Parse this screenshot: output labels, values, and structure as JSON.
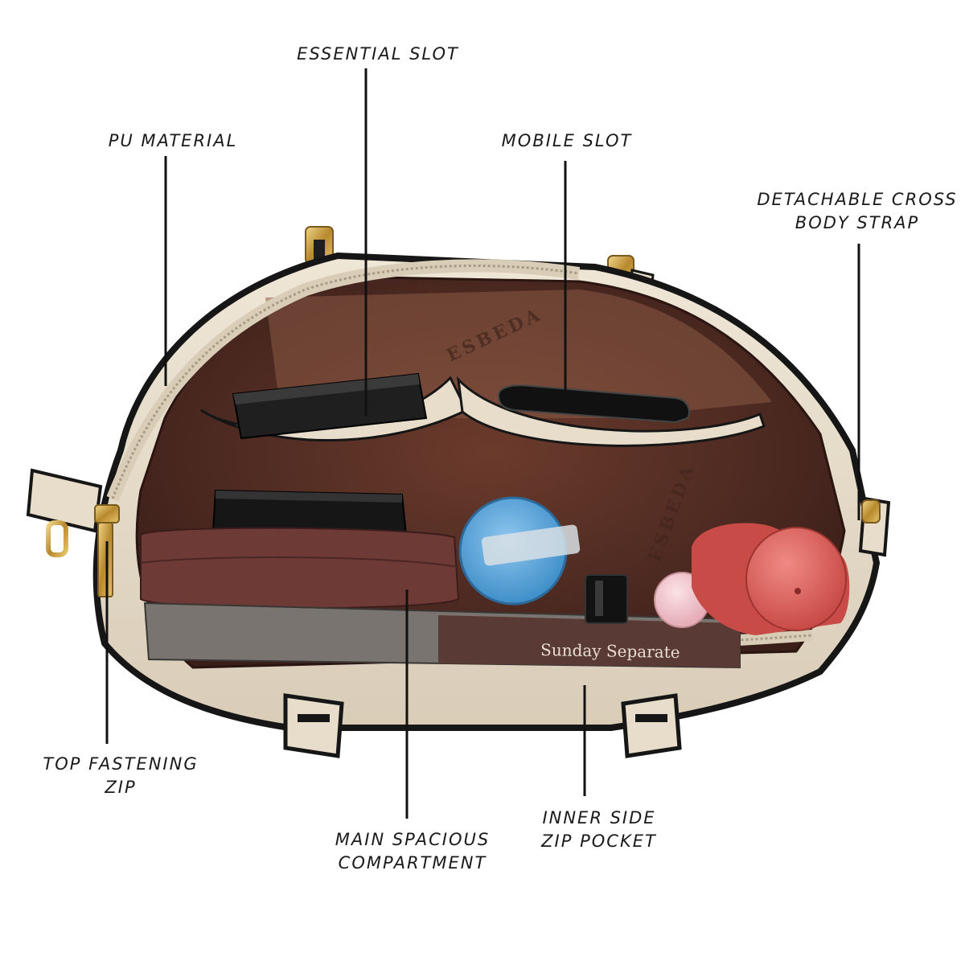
{
  "callouts": {
    "essential_slot": "ESSENTIAL SLOT",
    "pu_material": "PU MATERIAL",
    "mobile_slot": "MOBILE SLOT",
    "cross_body_strap_line1": "DETACHABLE CROSS",
    "cross_body_strap_line2": "BODY STRAP",
    "top_zip_line1": "TOP FASTENING",
    "top_zip_line2": "ZIP",
    "main_compartment_line1": "MAIN SPACIOUS",
    "main_compartment_line2": "COMPARTMENT",
    "inner_pocket_line1": "INNER SIDE",
    "inner_pocket_line2": "ZIP POCKET"
  },
  "bag": {
    "brand": "ESBEDA",
    "book_title": "Sunday Separate"
  },
  "colors": {
    "leather": "#e8ddca",
    "edge": "#161616",
    "lining": "#4a2a20",
    "lining_light": "#8a5a45",
    "hardware": "#c9a24a"
  }
}
